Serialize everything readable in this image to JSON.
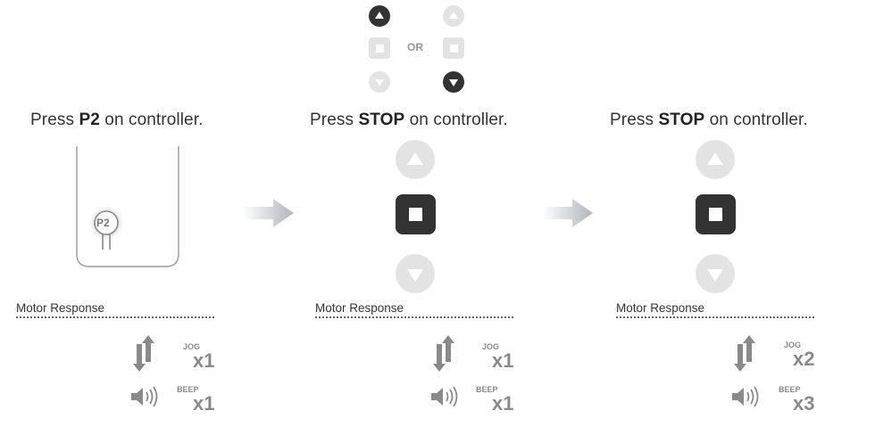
{
  "steps": [
    {
      "title_pre": "Press ",
      "title_bold": "P2",
      "title_post": " on controller.",
      "motor_response_label": "Motor Response",
      "jog_label": "JOG",
      "jog_count": "x1",
      "beep_label": "BEEP",
      "beep_count": "x1"
    },
    {
      "title_pre": "Press ",
      "title_bold": "STOP",
      "title_post": " on controller.",
      "motor_response_label": "Motor Response",
      "jog_label": "JOG",
      "jog_count": "x1",
      "beep_label": "BEEP",
      "beep_count": "x1"
    },
    {
      "title_pre": "Press ",
      "title_bold": "STOP",
      "title_post": " on controller.",
      "motor_response_label": "Motor Response",
      "jog_label": "JOG",
      "jog_count": "x2",
      "beep_label": "BEEP",
      "beep_count": "x3"
    }
  ],
  "p2_button_label": "P2",
  "or_label": "OR",
  "colors": {
    "dark": "#333333",
    "light": "#e3e3e3",
    "arrow": "#b0b6bc"
  }
}
